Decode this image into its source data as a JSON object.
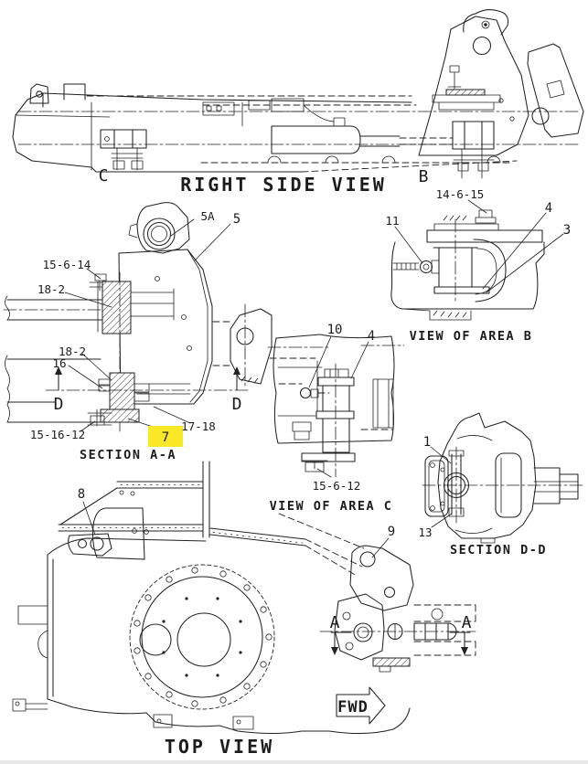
{
  "page": {
    "background": "#ffffff",
    "ink": "#222222",
    "highlight_color": "#f9e826"
  },
  "views": {
    "right_side": {
      "title": "RIGHT SIDE VIEW",
      "ref_c": "C",
      "ref_b": "B"
    },
    "section_aa": {
      "title": "SECTION A-A",
      "callouts": {
        "c5a": "5A",
        "c5": "5",
        "c15_6_14": "15-6-14",
        "c18_2_upper": "18-2",
        "c18_2_lower": "18-2",
        "c16": "16",
        "c15_16_12": "15-16-12",
        "c7": "7",
        "c17_18": "17-18",
        "d_left": "D",
        "d_right": "D"
      },
      "highlighted_callout": "7"
    },
    "area_b": {
      "title": "VIEW OF AREA B",
      "callouts": {
        "c14_6_15": "14-6-15",
        "c11": "11",
        "c4": "4",
        "c3": "3"
      }
    },
    "area_c": {
      "title": "VIEW OF AREA C",
      "callouts": {
        "c10": "10",
        "c4": "4",
        "c15_6_12": "15-6-12"
      }
    },
    "section_dd": {
      "title": "SECTION D-D",
      "callouts": {
        "c1": "1",
        "c13": "13"
      }
    },
    "top": {
      "title": "TOP VIEW",
      "callouts": {
        "c8": "8",
        "c9": "9",
        "a_left": "A",
        "a_right": "A"
      },
      "fwd_label": "FWD"
    }
  }
}
